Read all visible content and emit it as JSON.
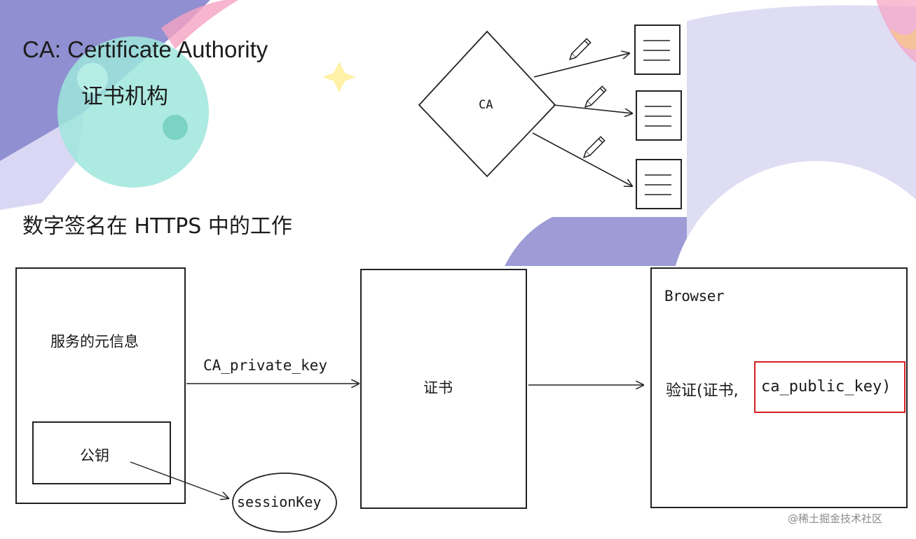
{
  "colors": {
    "background": "#ffffff",
    "ink": "#1a1a1a",
    "highlight": "#d42020",
    "decor_purple": "#7a78c8",
    "decor_lavender": "#d5d2ef",
    "decor_teal": "#8fe0d4",
    "decor_yellow": "#fff3b0",
    "decor_pink": "#f7a9c6"
  },
  "header": {
    "title": "CA: Certificate Authority",
    "title_zh": "证书机构"
  },
  "ca_diagram": {
    "node_label": "CA",
    "icons": [
      "pencil-icon",
      "document-icon"
    ]
  },
  "section": {
    "title": "数字签名在 HTTPS 中的工作"
  },
  "flow": {
    "server_meta": "服务的元信息",
    "public_key": "公钥",
    "arrow_label": "CA_private_key",
    "certificate": "证书",
    "browser": "Browser",
    "verify_prefix": "验证(证书,",
    "verify_key": "ca_public_key)",
    "session_key": "sessionKey"
  },
  "watermark": "@稀土掘金技术社区"
}
